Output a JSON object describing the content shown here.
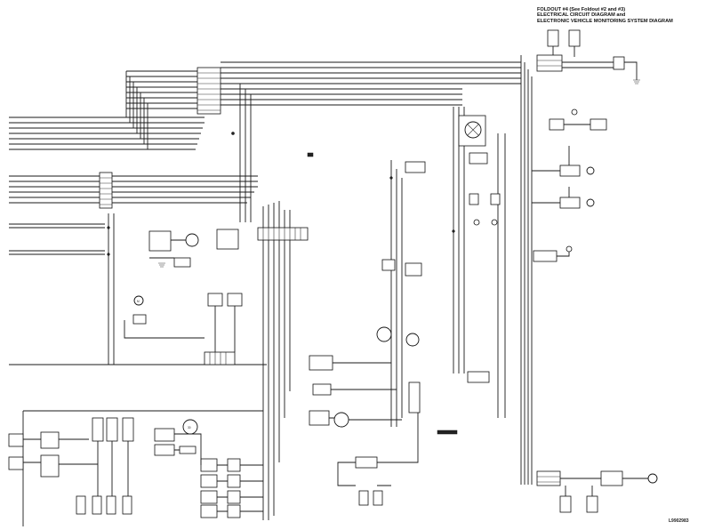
{
  "title_block": {
    "line1": "FOLDOUT #4 (See Foldout #2 and #3)",
    "line2": "ELECTRICAL CIRCUIT DIAGRAM and",
    "line3": "ELECTRONIC VEHICLE MONITORING SYSTEM DIAGRAM"
  },
  "figure_id": "L9902983",
  "gauge_labels": {
    "g1": "30",
    "g2": "M"
  },
  "colors": {
    "line": "#1a1a1a",
    "background": "#ffffff"
  }
}
